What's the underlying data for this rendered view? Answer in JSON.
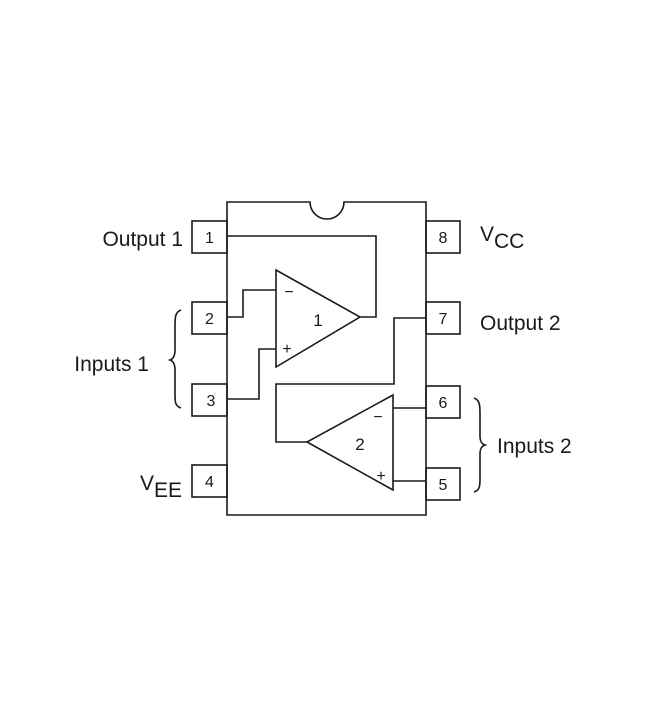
{
  "diagram": {
    "title": "Dual op-amp 8-pin package pinout",
    "pins": [
      {
        "number": "1",
        "label": "Output 1"
      },
      {
        "number": "2",
        "label": ""
      },
      {
        "number": "3",
        "label": ""
      },
      {
        "number": "4",
        "label_main": "V",
        "label_sub": "EE"
      },
      {
        "number": "5",
        "label": ""
      },
      {
        "number": "6",
        "label": ""
      },
      {
        "number": "7",
        "label": "Output 2"
      },
      {
        "number": "8",
        "label_main": "V",
        "label_sub": "CC"
      }
    ],
    "groups": [
      {
        "label": "Inputs 1"
      },
      {
        "label": "Inputs 2"
      }
    ],
    "amplifiers": [
      {
        "label": "1",
        "inverting_symbol": "−",
        "noninverting_symbol": "+"
      },
      {
        "label": "2",
        "inverting_symbol": "−",
        "noninverting_symbol": "+"
      }
    ],
    "braces": {
      "left": "{",
      "right": "}"
    },
    "colors": {
      "line": "#1a1a1a",
      "background": "#ffffff"
    }
  }
}
